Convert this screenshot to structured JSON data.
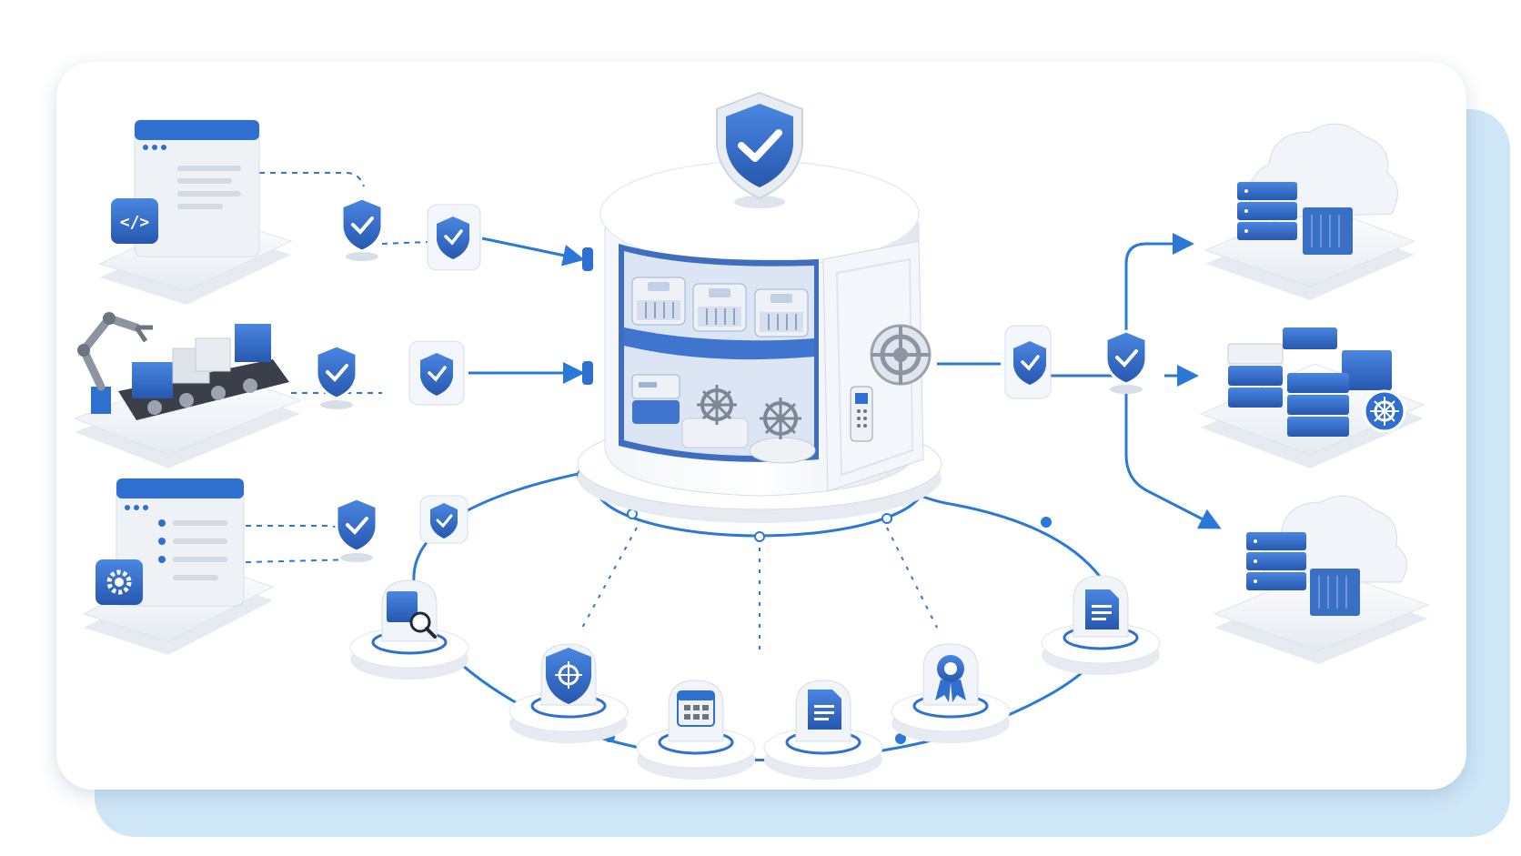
{
  "diagram": {
    "colors": {
      "accent": "#2f6fd0",
      "accent_dark": "#1f4f9e",
      "line": "#2a78d8",
      "platform": "#f4f6f9",
      "backplate": "#cfe6f7"
    },
    "sources": [
      {
        "kind": "code-editor-window",
        "icon": "code-icon"
      },
      {
        "kind": "robot-conveyor-build",
        "icon": "robot-arm-icon"
      },
      {
        "kind": "settings-window",
        "icon": "gear-icon"
      }
    ],
    "center": {
      "kind": "secure-vault",
      "icon": "shield-check-icon",
      "contents": [
        "container-icon",
        "helm-wheel-icon"
      ]
    },
    "destinations": [
      {
        "kind": "cloud-registry",
        "icon": "cloud-icon"
      },
      {
        "kind": "kubernetes-cluster",
        "icon": "kubernetes-icon"
      },
      {
        "kind": "cloud-registry",
        "icon": "cloud-icon"
      }
    ],
    "ring_nodes": [
      "search-icon",
      "target-shield-icon",
      "calendar-icon",
      "document-icon",
      "award-badge-icon",
      "document-icon"
    ]
  }
}
